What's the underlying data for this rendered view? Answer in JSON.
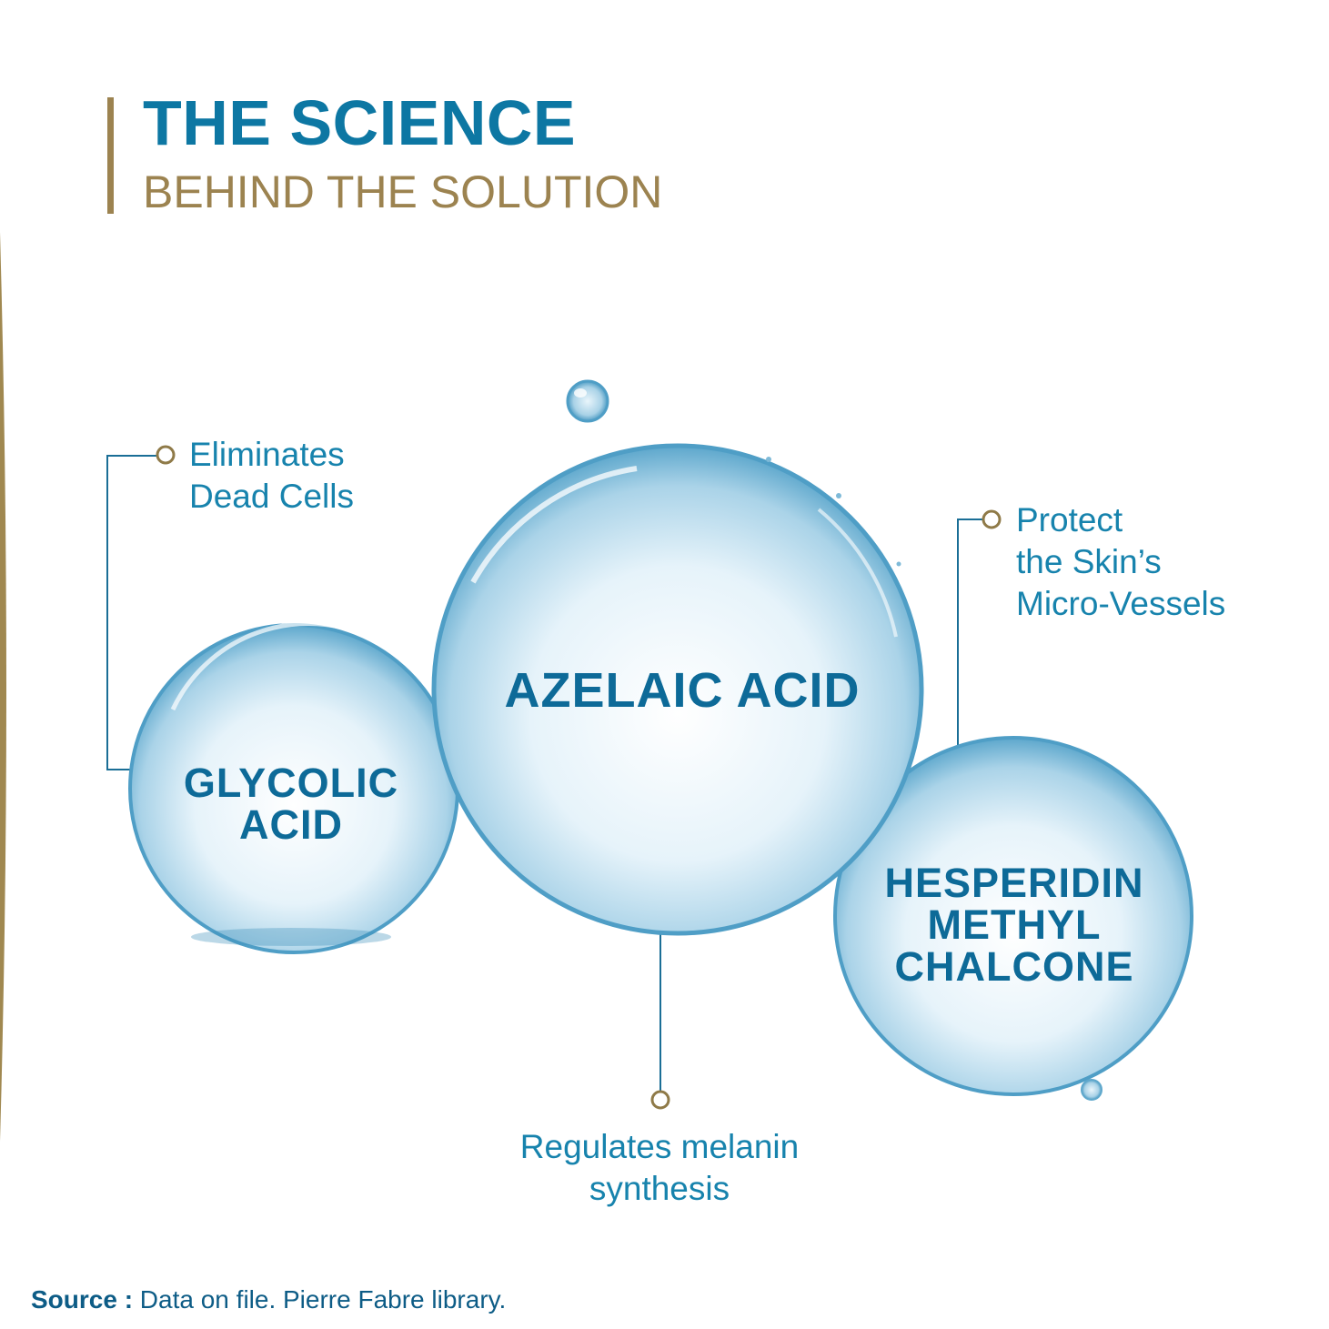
{
  "header": {
    "title": "THE SCIENCE",
    "subtitle": "BEHIND THE SOLUTION"
  },
  "ingredients": [
    {
      "name": "GLYCOLIC\nACID",
      "benefit": "Eliminates\nDead Cells"
    },
    {
      "name": "AZELAIC ACID",
      "benefit": "Regulates melanin\nsynthesis"
    },
    {
      "name": "HESPERIDIN\nMETHYL\nCHALCONE",
      "benefit": "Protect\nthe Skin’s\nMicro-Vessels"
    }
  ],
  "footer": {
    "source_label": "Source :",
    "source_text": " Data on file. Pierre Fabre library."
  },
  "colors": {
    "primary_blue": "#0d77a3",
    "gold": "#9c8350",
    "callout_line": "#1a6e96"
  }
}
